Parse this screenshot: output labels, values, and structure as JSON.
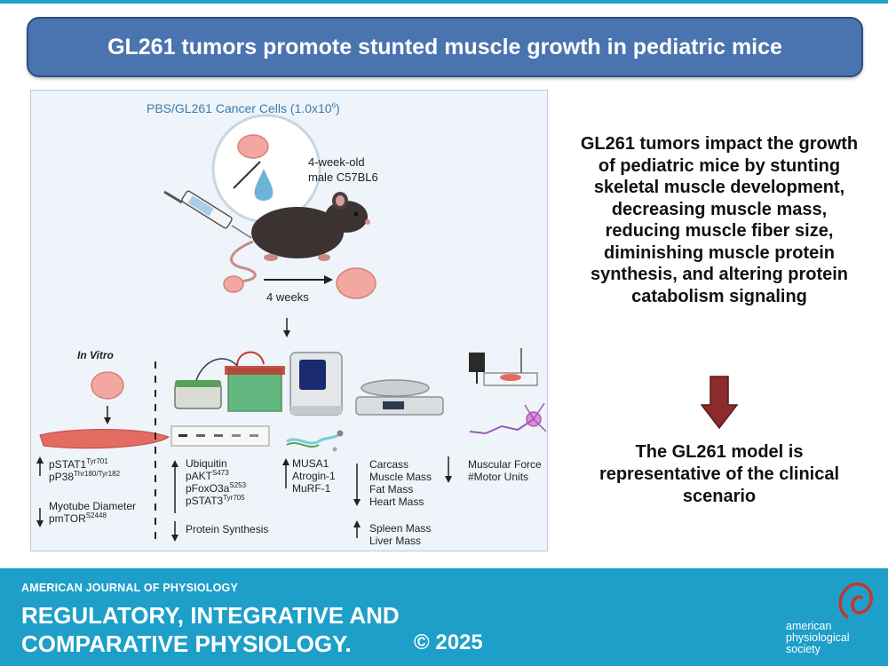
{
  "title": "GL261 tumors promote stunted muscle growth in pediatric mice",
  "panel": {
    "injection_label": "PBS/GL261 Cancer Cells (1.0x10",
    "injection_exponent": "6",
    "injection_close": ")",
    "mouse_label_1": "4-week-old",
    "mouse_label_2": "male C57BL6",
    "duration": "4 weeks",
    "in_vitro": "In Vitro",
    "invitro_up": [
      {
        "text": "pSTAT1",
        "sup": "Tyr701"
      },
      {
        "text": "pP38",
        "sup": "Thr180/Tyr182"
      }
    ],
    "invitro_down": [
      {
        "text": "Myotube Diameter",
        "sup": ""
      },
      {
        "text": "pmTOR",
        "sup": "S2448"
      }
    ],
    "signaling_up": [
      {
        "text": "Ubiquitin",
        "sup": ""
      },
      {
        "text": "pAKT",
        "sup": "S473"
      },
      {
        "text": "pFoxO3a",
        "sup": "S253"
      },
      {
        "text": "pSTAT3",
        "sup": "Tyr705"
      }
    ],
    "signaling_down": "Protein Synthesis",
    "atrophy_up": [
      "MUSA1",
      "Atrogin-1",
      "MuRF-1"
    ],
    "mass_down": [
      "Carcass",
      "Muscle Mass",
      "Fat Mass",
      "Heart Mass"
    ],
    "mass_up": [
      "Spleen Mass",
      "Liver Mass"
    ],
    "force_down": [
      "Muscular Force",
      "#Motor Units"
    ]
  },
  "summary": "GL261 tumors impact the growth of pediatric mice by stunting skeletal muscle development, decreasing muscle mass, reducing muscle fiber size, diminishing muscle protein synthesis, and altering protein catabolism signaling",
  "conclusion": "The GL261 model is representative of the clinical scenario",
  "footer": {
    "journal": "AMERICAN JOURNAL OF PHYSIOLOGY",
    "line1": "REGULATORY, INTEGRATIVE AND",
    "line2": "COMPARATIVE PHYSIOLOGY.",
    "copyright": "© 2025",
    "society_1": "american",
    "society_2": "physiological",
    "society_3": "society"
  },
  "colors": {
    "banner": "#4a74b0",
    "footer": "#1d9fc9",
    "arrow": "#8b2b2b",
    "panel": "#eef4fa"
  }
}
